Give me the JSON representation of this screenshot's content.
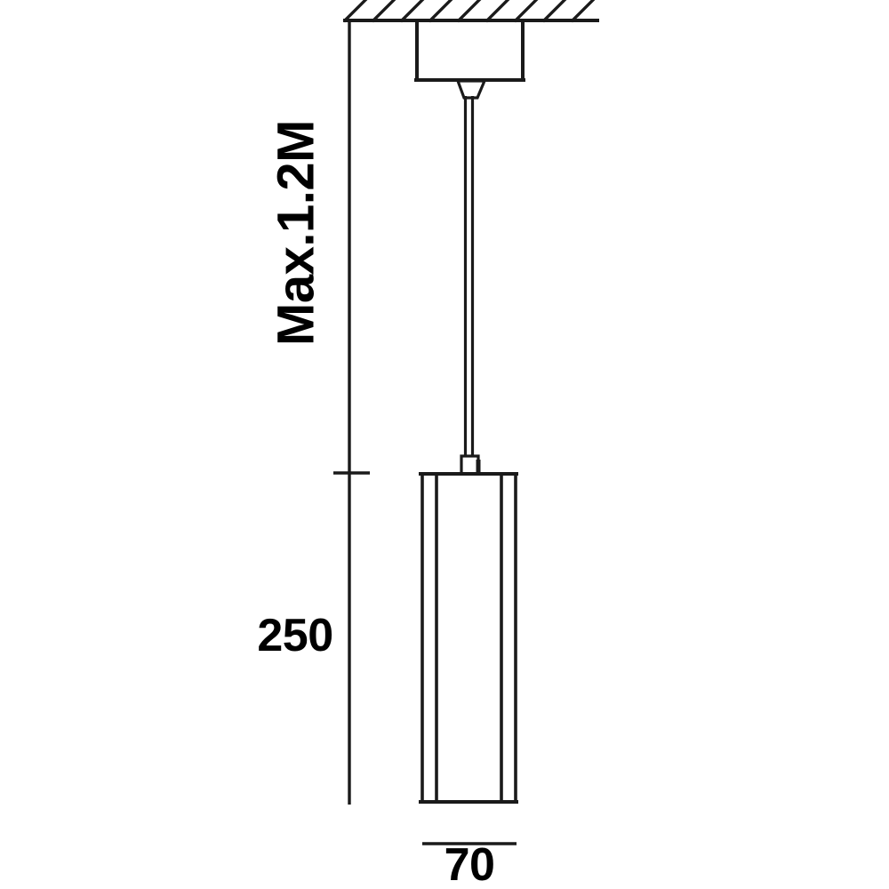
{
  "drawing": {
    "title": "Pendant Lamp Technical Dimension Drawing",
    "type": "technical-line-drawing",
    "units": "mm",
    "line_color": "#1a1a1a",
    "background_color": "#ffffff",
    "dimensions": {
      "drop_label": "Max.1.2M",
      "body_height_label": "250",
      "body_width_label": "70"
    },
    "components": [
      {
        "name": "ceiling",
        "label": "ceiling-hatching"
      },
      {
        "name": "canopy",
        "label": "ceiling-canopy-box"
      },
      {
        "name": "strain-relief",
        "label": "cable-strain-relief"
      },
      {
        "name": "suspension-cable",
        "label": "suspension-cable"
      },
      {
        "name": "connector",
        "label": "top-connector-box"
      },
      {
        "name": "body",
        "label": "cylindrical-lamp-body"
      }
    ]
  }
}
